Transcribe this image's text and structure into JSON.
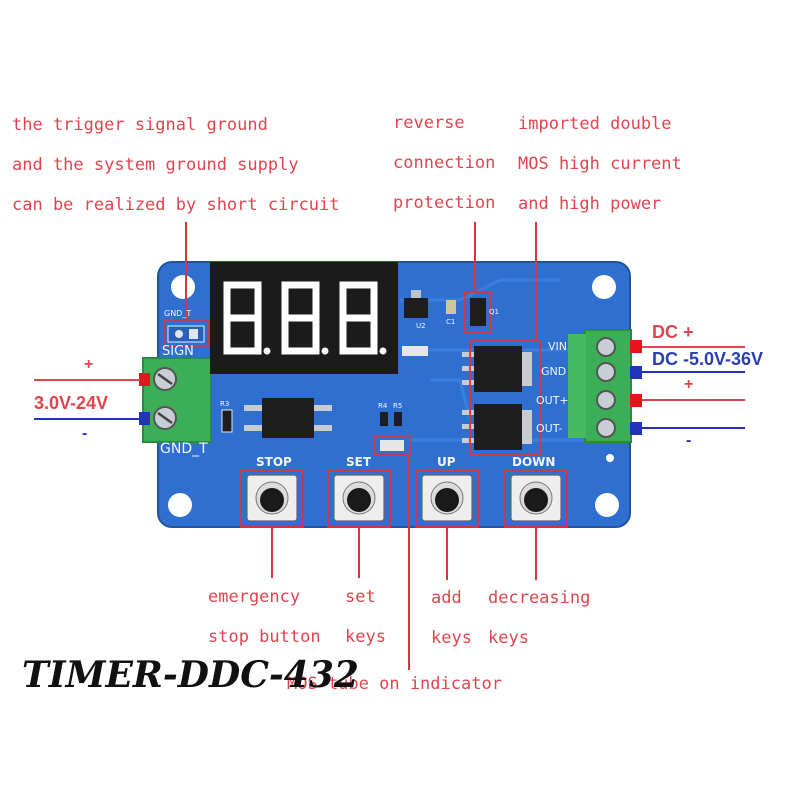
{
  "annotations": {
    "ground": [
      "the trigger signal ground",
      "and the system ground supply",
      "can be realized by short circuit"
    ],
    "reverse": [
      "reverse",
      "connection",
      "protection"
    ],
    "mos": [
      "imported double",
      "MOS high current",
      "and high power"
    ],
    "stop": [
      "emergency",
      "stop button"
    ],
    "set": [
      "set",
      "keys"
    ],
    "up": [
      "add",
      "keys"
    ],
    "down": [
      "decreasing",
      "keys"
    ],
    "indicator": "MOS tube on indicator"
  },
  "input": {
    "plus": "+",
    "minus": "-",
    "voltage": "3.0V-24V"
  },
  "power": {
    "dc_plus": "DC +",
    "dc_minus_range": "DC -5.0V-36V",
    "out_plus": "+",
    "out_minus": "-"
  },
  "board": {
    "gnd_t_small": "GND_T",
    "sign": "SIGN",
    "gnd_t": "GND_T",
    "vin": "VIN",
    "gnd": "GND",
    "out_plus": "OUT+",
    "out_minus": "OUT-",
    "stop": "STOP",
    "set": "SET",
    "up": "UP",
    "down": "DOWN",
    "u2": "U2",
    "q1": "Q1",
    "c1": "C1",
    "r3": "R3",
    "r4": "R4",
    "r5": "R5"
  },
  "display": {
    "digits": [
      "8.",
      "8.",
      "8."
    ]
  },
  "model": "TIMER-DDC-432",
  "colors": {
    "annotation": "#e0454f",
    "board": "#2f6fd0",
    "terminal": "#3cae57",
    "callout_box": "#d8353d",
    "positive_marker": "#e8141c",
    "negative_marker": "#2233b8",
    "display_segment": "#ffffff"
  }
}
